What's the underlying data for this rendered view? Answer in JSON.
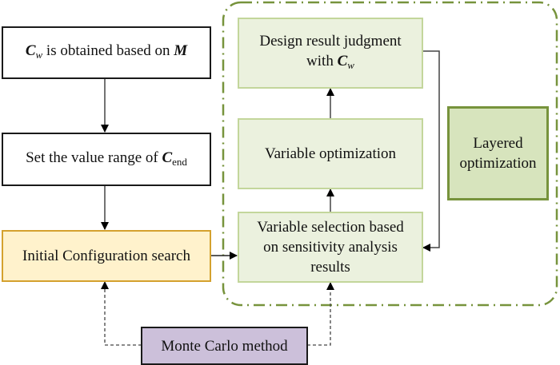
{
  "diagram": {
    "nodes": {
      "obtain_cw": {
        "symbol": "C",
        "symbol_sub": "w",
        "text": " is obtained based on ",
        "symbol2": "M"
      },
      "set_range": {
        "text": "Set the value range of ",
        "symbol": "C",
        "symbol_sub": "end"
      },
      "initial_search": {
        "text": "Initial Configuration search"
      },
      "design_judgment": {
        "line1": "Design result judgment",
        "line2_prefix": "with ",
        "symbol": "C",
        "symbol_sub": "w"
      },
      "variable_optimization": {
        "text": "Variable optimization"
      },
      "variable_selection": {
        "line1": "Variable selection based",
        "line2": "on sensitivity analysis",
        "line3": "results"
      },
      "layered_optimization": {
        "line1": "Layered",
        "line2": "optimization"
      },
      "monte_carlo": {
        "text": "Monte Carlo method"
      }
    },
    "edges": [
      {
        "from": "obtain_cw",
        "to": "set_range",
        "style": "solid"
      },
      {
        "from": "set_range",
        "to": "initial_search",
        "style": "solid"
      },
      {
        "from": "initial_search",
        "to": "variable_selection",
        "style": "solid"
      },
      {
        "from": "variable_selection",
        "to": "variable_optimization",
        "style": "solid"
      },
      {
        "from": "variable_optimization",
        "to": "design_judgment",
        "style": "solid"
      },
      {
        "from": "design_judgment",
        "to": "variable_selection",
        "style": "solid",
        "note": "feedback loop"
      },
      {
        "from": "monte_carlo",
        "to": "initial_search",
        "style": "dashed"
      },
      {
        "from": "monte_carlo",
        "to": "variable_selection",
        "style": "dashed"
      }
    ],
    "groups": [
      {
        "name": "layered-optimization-group",
        "style": "dash-dot",
        "color": "#77933C",
        "members": [
          "design_judgment",
          "variable_optimization",
          "variable_selection",
          "layered_optimization"
        ]
      }
    ],
    "colors": {
      "initial_fill": "#FFF2CC",
      "initial_border": "#D4A12E",
      "green_light_fill": "#EBF1DE",
      "green_light_border": "#C3D69B",
      "green_mid_fill": "#D7E4BD",
      "green_dark": "#77933C",
      "purple_fill": "#CCC0DA"
    }
  }
}
